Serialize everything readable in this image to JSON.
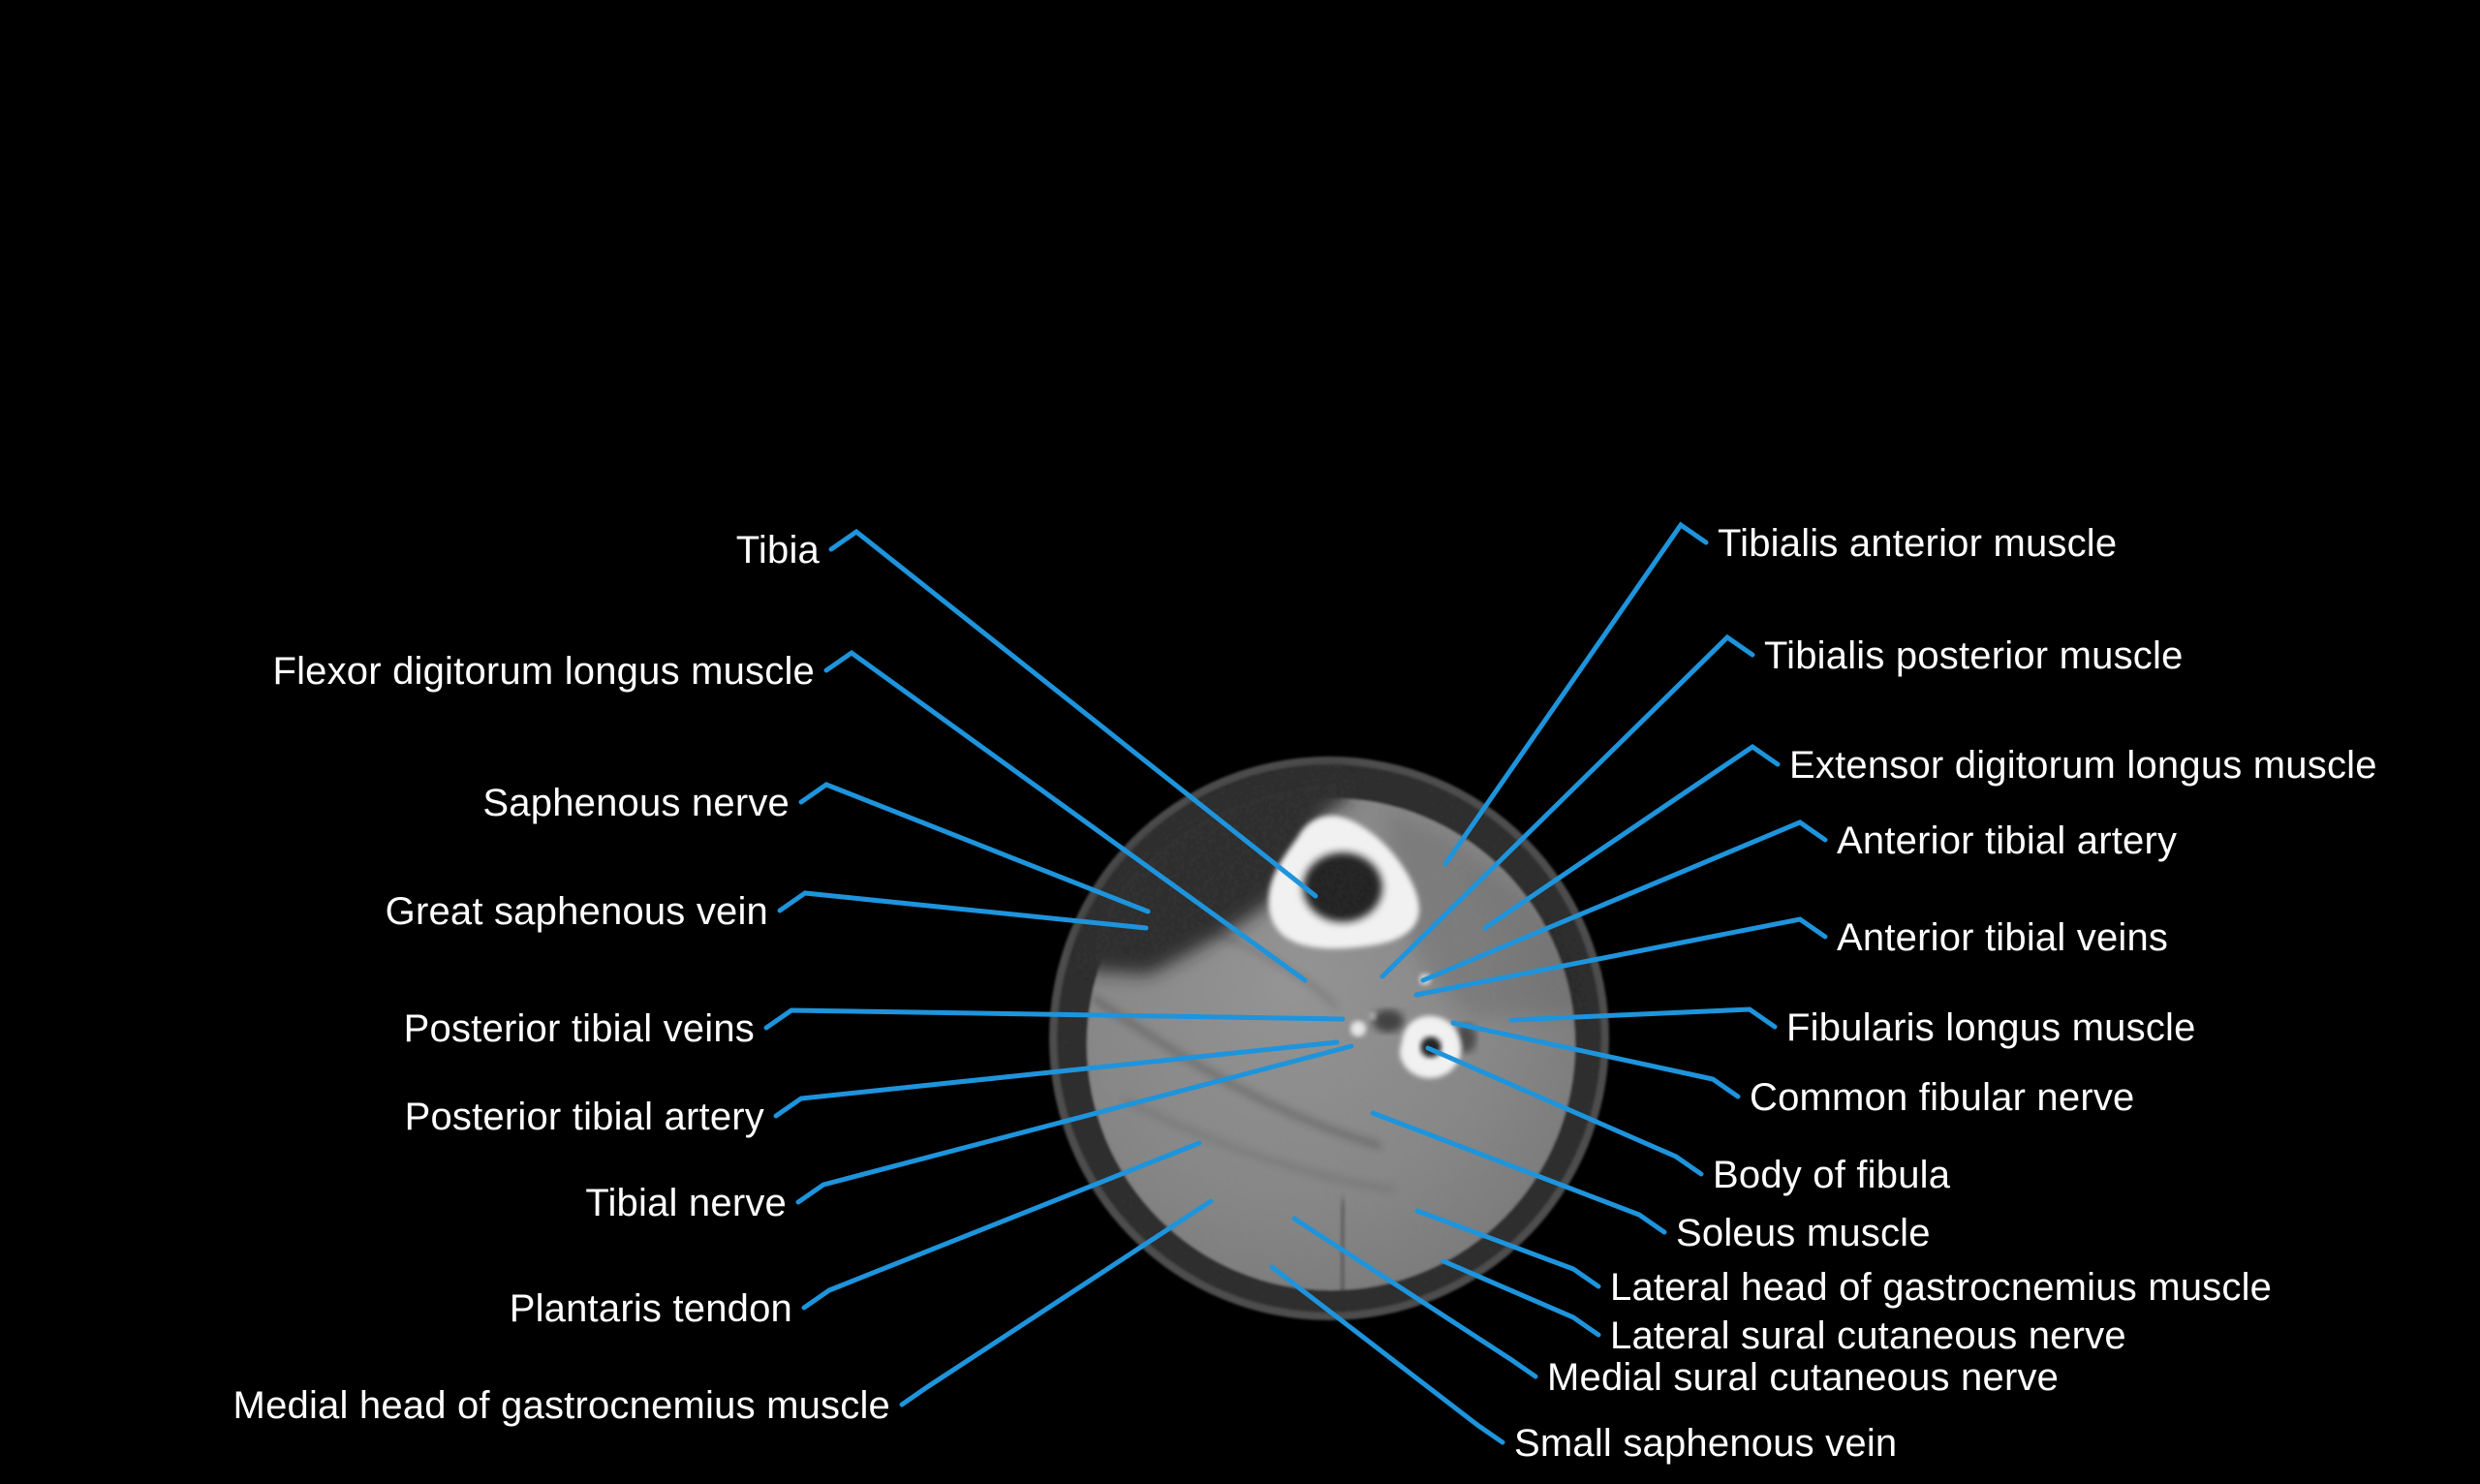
{
  "figure": {
    "kind": "axial CT cross-section of the leg with anatomical annotations",
    "background_color": "#000000",
    "accent_color": "#1e94dc",
    "text_color": "#ffffff",
    "bone_color": "#f6f6f6",
    "muscle_color": "#828282",
    "fat_color": "#212121"
  },
  "labels": {
    "left": [
      {
        "text": "Tibia"
      },
      {
        "text": "Flexor digitorum longus muscle"
      },
      {
        "text": "Saphenous nerve"
      },
      {
        "text": "Great saphenous vein"
      },
      {
        "text": "Posterior tibial veins"
      },
      {
        "text": "Posterior tibial artery"
      },
      {
        "text": "Tibial nerve"
      },
      {
        "text": "Plantaris tendon"
      },
      {
        "text": "Medial head of gastrocnemius muscle"
      }
    ],
    "right": [
      {
        "text": "Tibialis anterior muscle"
      },
      {
        "text": "Tibialis posterior muscle"
      },
      {
        "text": "Extensor digitorum longus muscle"
      },
      {
        "text": "Anterior tibial artery"
      },
      {
        "text": "Anterior tibial veins"
      },
      {
        "text": "Fibularis longus muscle"
      },
      {
        "text": "Common fibular nerve"
      },
      {
        "text": "Body of fibula"
      },
      {
        "text": "Soleus muscle"
      },
      {
        "text": "Lateral head of gastrocnemius muscle"
      },
      {
        "text": "Lateral sural cutaneous nerve"
      },
      {
        "text": "Medial sural cutaneous nerve"
      },
      {
        "text": "Small saphenous vein"
      }
    ]
  }
}
